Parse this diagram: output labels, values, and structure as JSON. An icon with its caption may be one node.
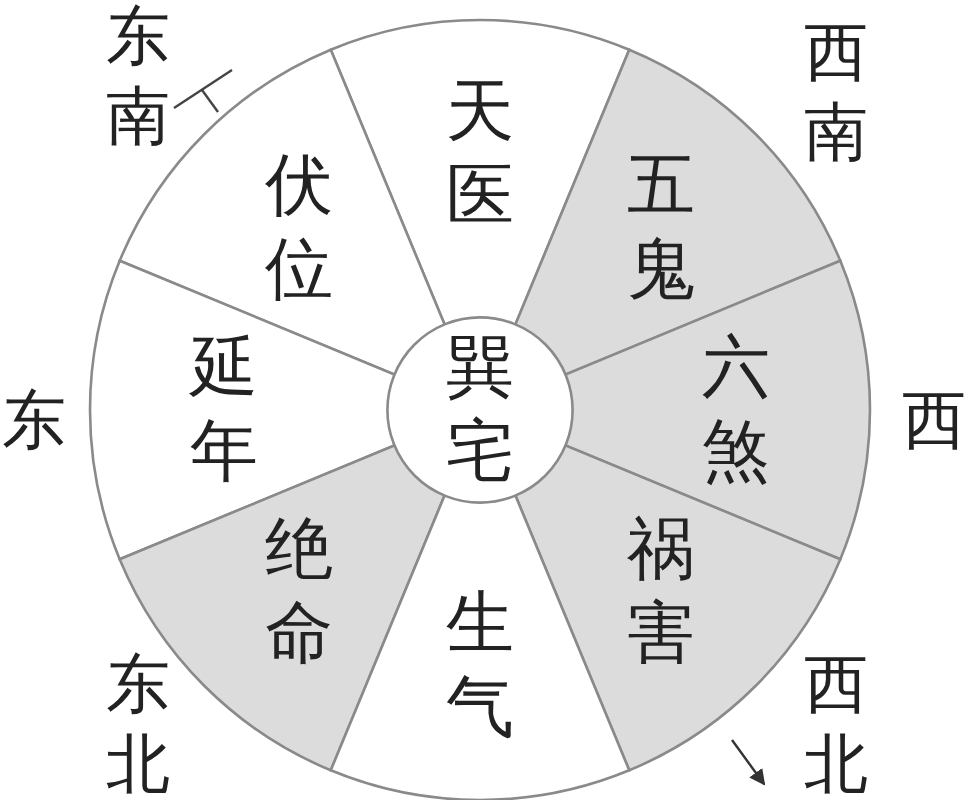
{
  "diagram": {
    "nodes": [
      {
        "text": [
          "天医"
        ]
      },
      {
        "text": [
          "伏位"
        ]
      },
      {
        "text": [
          "五鬼"
        ]
      },
      {
        "text": [
          "延年"
        ]
      },
      {
        "text": [
          "巽宅"
        ]
      },
      {
        "text": [
          "六煞"
        ]
      },
      {
        "text": [
          "绝命"
        ]
      },
      {
        "text": [
          "祸害"
        ]
      },
      {
        "text": [
          "生气"
        ]
      }
    ],
    "edges": [],
    "labels": [
      "东南",
      "西南",
      "东",
      "西",
      "东北",
      "西北"
    ]
  }
}
